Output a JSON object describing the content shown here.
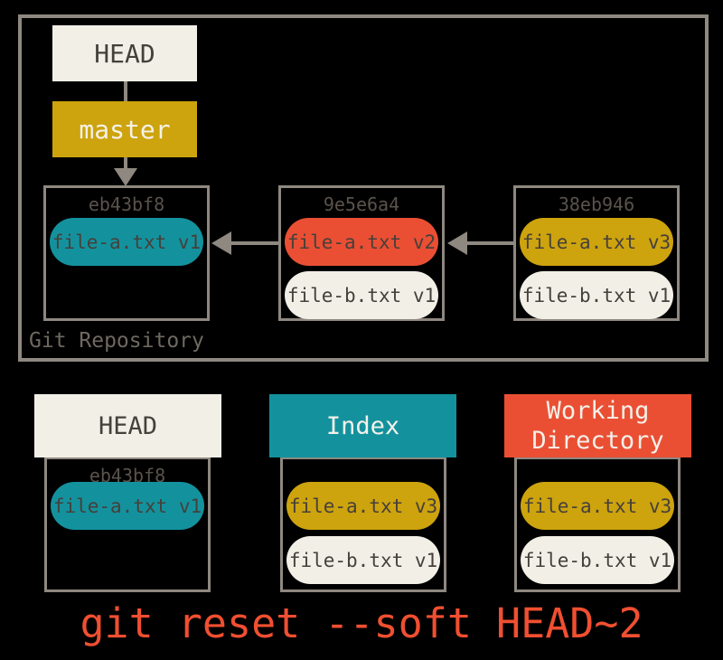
{
  "colors": {
    "background": "#000000",
    "frame": "#8e8880",
    "cream": "#f2efe7",
    "teal": "#13929e",
    "gold": "#cda30e",
    "red": "#ea4f34",
    "dark_text": "#46403a",
    "light_text": "#f4f1e9",
    "hash_text": "#59534b",
    "repo_label_text": "#6e6960",
    "caption": "#f04f31"
  },
  "repository": {
    "label": "Git Repository",
    "head_label": "HEAD",
    "branch_label": "master",
    "commits": [
      {
        "hash": "eb43bf8",
        "files": [
          {
            "label": "file-a.txt v1",
            "bg": "#13929e"
          }
        ]
      },
      {
        "hash": "9e5e6a4",
        "files": [
          {
            "label": "file-a.txt v2",
            "bg": "#ea4f34"
          },
          {
            "label": "file-b.txt v1",
            "bg": "#f2efe7"
          }
        ]
      },
      {
        "hash": "38eb946",
        "files": [
          {
            "label": "file-a.txt v3",
            "bg": "#cda30e"
          },
          {
            "label": "file-b.txt v1",
            "bg": "#f2efe7"
          }
        ]
      }
    ]
  },
  "areas": [
    {
      "title": "HEAD",
      "header_bg": "#f2efe7",
      "header_fg": "#46403a",
      "hash": "eb43bf8",
      "files": [
        {
          "label": "file-a.txt v1",
          "bg": "#13929e"
        }
      ]
    },
    {
      "title": "Index",
      "header_bg": "#13929e",
      "header_fg": "#f4f1e9",
      "files": [
        {
          "label": "file-a.txt v3",
          "bg": "#cda30e"
        },
        {
          "label": "file-b.txt v1",
          "bg": "#f2efe7"
        }
      ]
    },
    {
      "title": "Working Directory",
      "header_bg": "#ea4f34",
      "header_fg": "#f4f1e9",
      "files": [
        {
          "label": "file-a.txt v3",
          "bg": "#cda30e"
        },
        {
          "label": "file-b.txt v1",
          "bg": "#f2efe7"
        }
      ]
    }
  ],
  "caption": "git reset --soft HEAD~2"
}
